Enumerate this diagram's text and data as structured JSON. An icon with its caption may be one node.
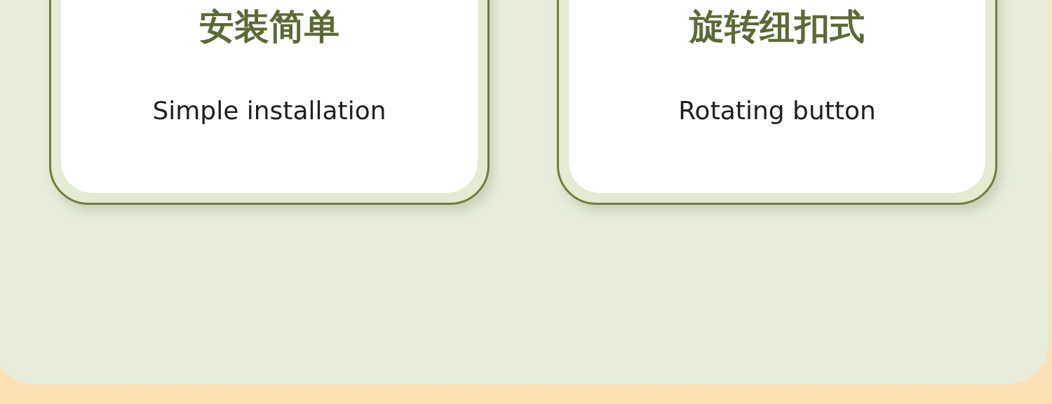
{
  "diagram": {
    "nodes": [
      {
        "text": [
          "安装简单",
          "Simple installation"
        ]
      },
      {
        "text": [
          "旋转纽扣式",
          "Rotating button"
        ]
      }
    ]
  }
}
